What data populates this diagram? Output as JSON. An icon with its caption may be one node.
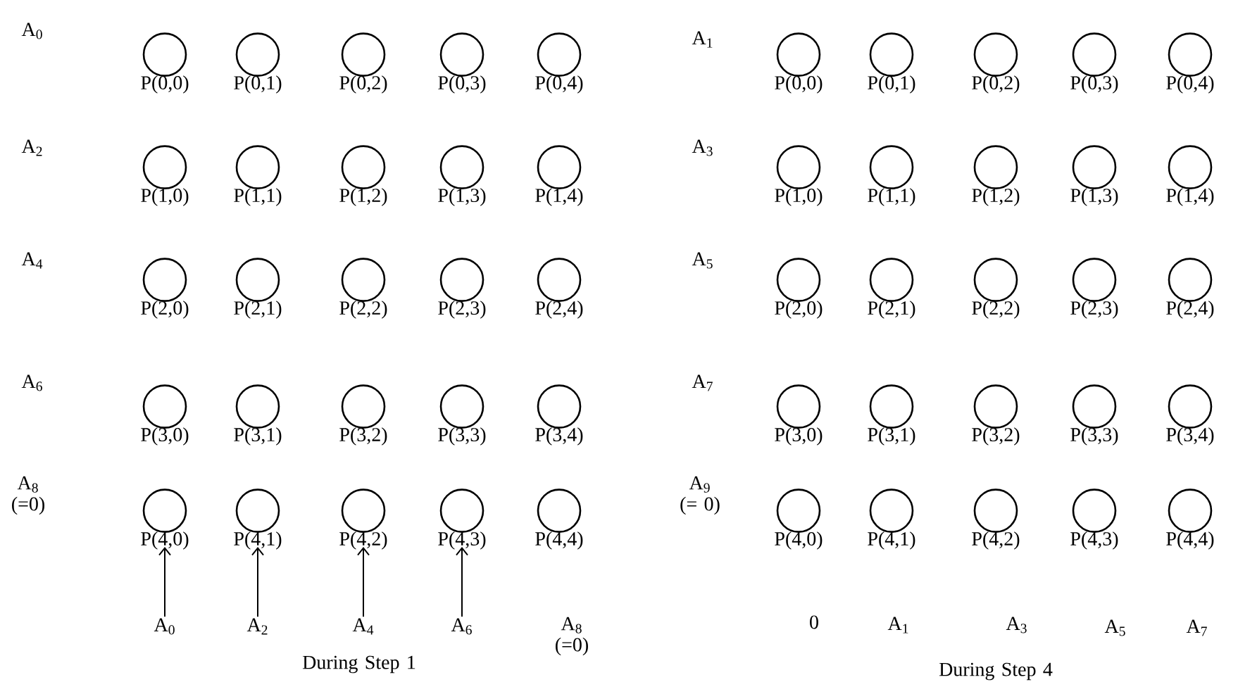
{
  "diagram": {
    "nodes": [
      {
        "text": [
          "P(0,0)"
        ]
      },
      {
        "text": [
          "P(0,1)"
        ]
      },
      {
        "text": [
          "P(0,2)"
        ]
      },
      {
        "text": [
          "P(0,3)"
        ]
      },
      {
        "text": [
          "P(0,4)"
        ]
      },
      {
        "text": [
          "P(1,0)"
        ]
      },
      {
        "text": [
          "P(1,1)"
        ]
      },
      {
        "text": [
          "P(1,2)"
        ]
      },
      {
        "text": [
          "P(1,3)"
        ]
      },
      {
        "text": [
          "P(1,4)"
        ]
      },
      {
        "text": [
          "P(2,0)"
        ]
      },
      {
        "text": [
          "P(2,1)"
        ]
      },
      {
        "text": [
          "P(2,2)"
        ]
      },
      {
        "text": [
          "P(2,3)"
        ]
      },
      {
        "text": [
          "P(2,4)"
        ]
      },
      {
        "text": [
          "P(3,0)"
        ]
      },
      {
        "text": [
          "P(3,1)"
        ]
      },
      {
        "text": [
          "P(3,2)"
        ]
      },
      {
        "text": [
          "P(3,3)"
        ]
      },
      {
        "text": [
          "P(3,4)"
        ]
      },
      {
        "text": [
          "P(4,0)"
        ]
      },
      {
        "text": [
          "P(4,1)"
        ]
      },
      {
        "text": [
          "P(4,2)"
        ]
      },
      {
        "text": [
          "P(4,3)"
        ]
      },
      {
        "text": [
          "P(4,4)"
        ]
      },
      {
        "text": [
          "P(0,0)"
        ]
      },
      {
        "text": [
          "P(0,1)"
        ]
      },
      {
        "text": [
          "P(0,2)"
        ]
      },
      {
        "text": [
          "P(0,3)"
        ]
      },
      {
        "text": [
          "P(0,4)"
        ]
      },
      {
        "text": [
          "P(1,0)"
        ]
      },
      {
        "text": [
          "P(1,1)"
        ]
      },
      {
        "text": [
          "P(1,2)"
        ]
      },
      {
        "text": [
          "P(1,3)"
        ]
      },
      {
        "text": [
          "P(1,4)"
        ]
      },
      {
        "text": [
          "P(2,0)"
        ]
      },
      {
        "text": [
          "P(2,1)"
        ]
      },
      {
        "text": [
          "P(2,2)"
        ]
      },
      {
        "text": [
          "P(2,3)"
        ]
      },
      {
        "text": [
          "P(2,4)"
        ]
      },
      {
        "text": [
          "P(3,0)"
        ]
      },
      {
        "text": [
          "P(3,1)"
        ]
      },
      {
        "text": [
          "P(3,2)"
        ]
      },
      {
        "text": [
          "P(3,3)"
        ]
      },
      {
        "text": [
          "P(3,4)"
        ]
      },
      {
        "text": [
          "P(4,0)"
        ]
      },
      {
        "text": [
          "P(4,1)"
        ]
      },
      {
        "text": [
          "P(4,2)"
        ]
      },
      {
        "text": [
          "P(4,3)"
        ]
      },
      {
        "text": [
          "P(4,4)"
        ]
      },
      {
        "text": [
          "A$_{0}$"
        ]
      },
      {
        "text": [
          "A$_{2}$"
        ]
      },
      {
        "text": [
          "A$_{4}$"
        ]
      },
      {
        "text": [
          "A$_{6}$"
        ]
      }
    ],
    "edges": [
      {
        "from": 50,
        "to": 20,
        "arrow": "to"
      },
      {
        "from": 51,
        "to": 21,
        "arrow": "to"
      },
      {
        "from": 52,
        "to": 22,
        "arrow": "to"
      },
      {
        "from": 53,
        "to": 23,
        "arrow": "to"
      }
    ],
    "labels": [
      "A$_{0}$",
      "A$_{2}$",
      "A$_{4}$",
      "A$_{6}$",
      "A$_{8}$ (=0)",
      "A$_{8}$ (=0)",
      "During Step 1",
      "A$_{1}$",
      "A$_{3}$",
      "A$_{5}$",
      "A$_{7}$",
      "A$_{9}$ (= 0)",
      "0",
      "A$_{1}$",
      "A$_{3}$",
      "A$_{5}$",
      "A$_{7}$",
      "During Step 4"
    ]
  }
}
